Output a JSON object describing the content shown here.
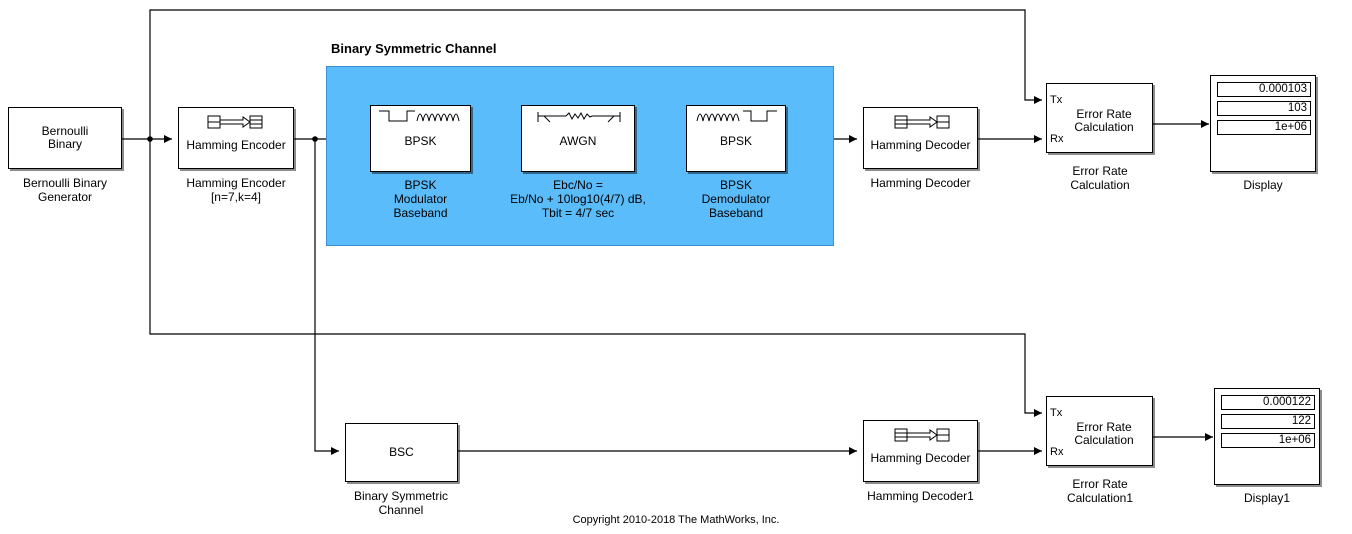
{
  "subsystem": {
    "title": "Binary Symmetric Channel"
  },
  "blocks": {
    "bernoulli": {
      "label": "Bernoulli\nBinary",
      "caption": "Bernoulli Binary\nGenerator"
    },
    "ham_enc": {
      "label": "Hamming Encoder",
      "caption": "Hamming Encoder\n[n=7,k=4]"
    },
    "bpsk_mod": {
      "label": "BPSK",
      "caption": "BPSK\nModulator\nBaseband"
    },
    "awgn": {
      "label": "AWGN",
      "caption": "Ebc/No =\nEb/No + 10log10(4/7) dB,\nTbit = 4/7 sec"
    },
    "bpsk_demod": {
      "label": "BPSK",
      "caption": "BPSK\nDemodulator\nBaseband"
    },
    "ham_dec": {
      "label": "Hamming Decoder",
      "caption": "Hamming Decoder"
    },
    "err1": {
      "label": "Error Rate\nCalculation",
      "tx": "Tx",
      "rx": "Rx",
      "caption": "Error Rate\nCalculation"
    },
    "display": {
      "values": [
        "0.000103",
        "103",
        "1e+06"
      ],
      "caption": "Display"
    },
    "bsc": {
      "label": "BSC",
      "caption": "Binary Symmetric\nChannel"
    },
    "ham_dec1": {
      "label": "Hamming Decoder",
      "caption": "Hamming Decoder1"
    },
    "err2": {
      "label": "Error Rate\nCalculation",
      "tx": "Tx",
      "rx": "Rx",
      "caption": "Error Rate\nCalculation1"
    },
    "display1": {
      "values": [
        "0.000122",
        "122",
        "1e+06"
      ],
      "caption": "Display1"
    }
  },
  "copyright": "Copyright 2010-2018 The MathWorks, Inc."
}
